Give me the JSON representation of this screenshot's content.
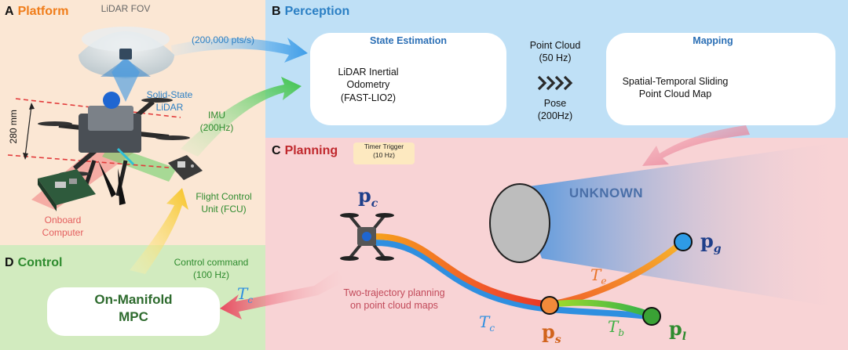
{
  "panels": {
    "a": {
      "letter": "A",
      "title": "Platform"
    },
    "b": {
      "letter": "B",
      "title": "Perception"
    },
    "c": {
      "letter": "C",
      "title": "Planning"
    },
    "d": {
      "letter": "D",
      "title": "Control"
    }
  },
  "platform": {
    "lidar_fov": "LiDAR FOV",
    "points_rate": "(200,000 pts/s)",
    "lidar_label_1": "Solid-State",
    "lidar_label_2": "LiDAR",
    "imu_1": "IMU",
    "imu_2": "(200Hz)",
    "size": "280 mm",
    "fcu_1": "Flight Control",
    "fcu_2": "Unit (FCU)",
    "computer_1": "Onboard",
    "computer_2": "Computer"
  },
  "perception": {
    "state_title": "State Estimation",
    "state_1": "LiDAR Inertial",
    "state_2": "Odometry",
    "state_3": "(FAST-LIO2)",
    "cloud_1": "Point Cloud",
    "cloud_2": "(50 Hz)",
    "pose_1": "Pose",
    "pose_2": "(200Hz)",
    "mapping_title": "Mapping",
    "mapping_1": "Spatial-Temporal Sliding",
    "mapping_2": "Point Cloud Map"
  },
  "planning": {
    "timer_1": "Timer Trigger",
    "timer_2": "(10 Hz)",
    "unknown": "UNKNOWN",
    "caption_1": "Two-trajectory planning",
    "caption_2": "on point cloud maps",
    "p_c": "p",
    "p_c_sub": "c",
    "p_g": "p",
    "p_g_sub": "g",
    "p_s": "p",
    "p_s_sub": "s",
    "p_l": "p",
    "p_l_sub": "l",
    "t_e": "T",
    "t_e_sub": "e",
    "t_c": "T",
    "t_c_sub": "c",
    "t_b": "T",
    "t_b_sub": "b"
  },
  "control": {
    "command_1": "Control command",
    "command_2": "(100 Hz)",
    "mpc_1": "On-Manifold",
    "mpc_2": "MPC",
    "t_c": "T",
    "t_c_sub": "c"
  },
  "colors": {
    "platform_title": "#f07d1a",
    "perception_title": "#2b7fc4",
    "planning_title": "#c0282d",
    "control_title": "#2e8b2e",
    "trajectory_orange": "#f5821f",
    "trajectory_blue": "#2f8fe0",
    "trajectory_green": "#3cb043"
  }
}
